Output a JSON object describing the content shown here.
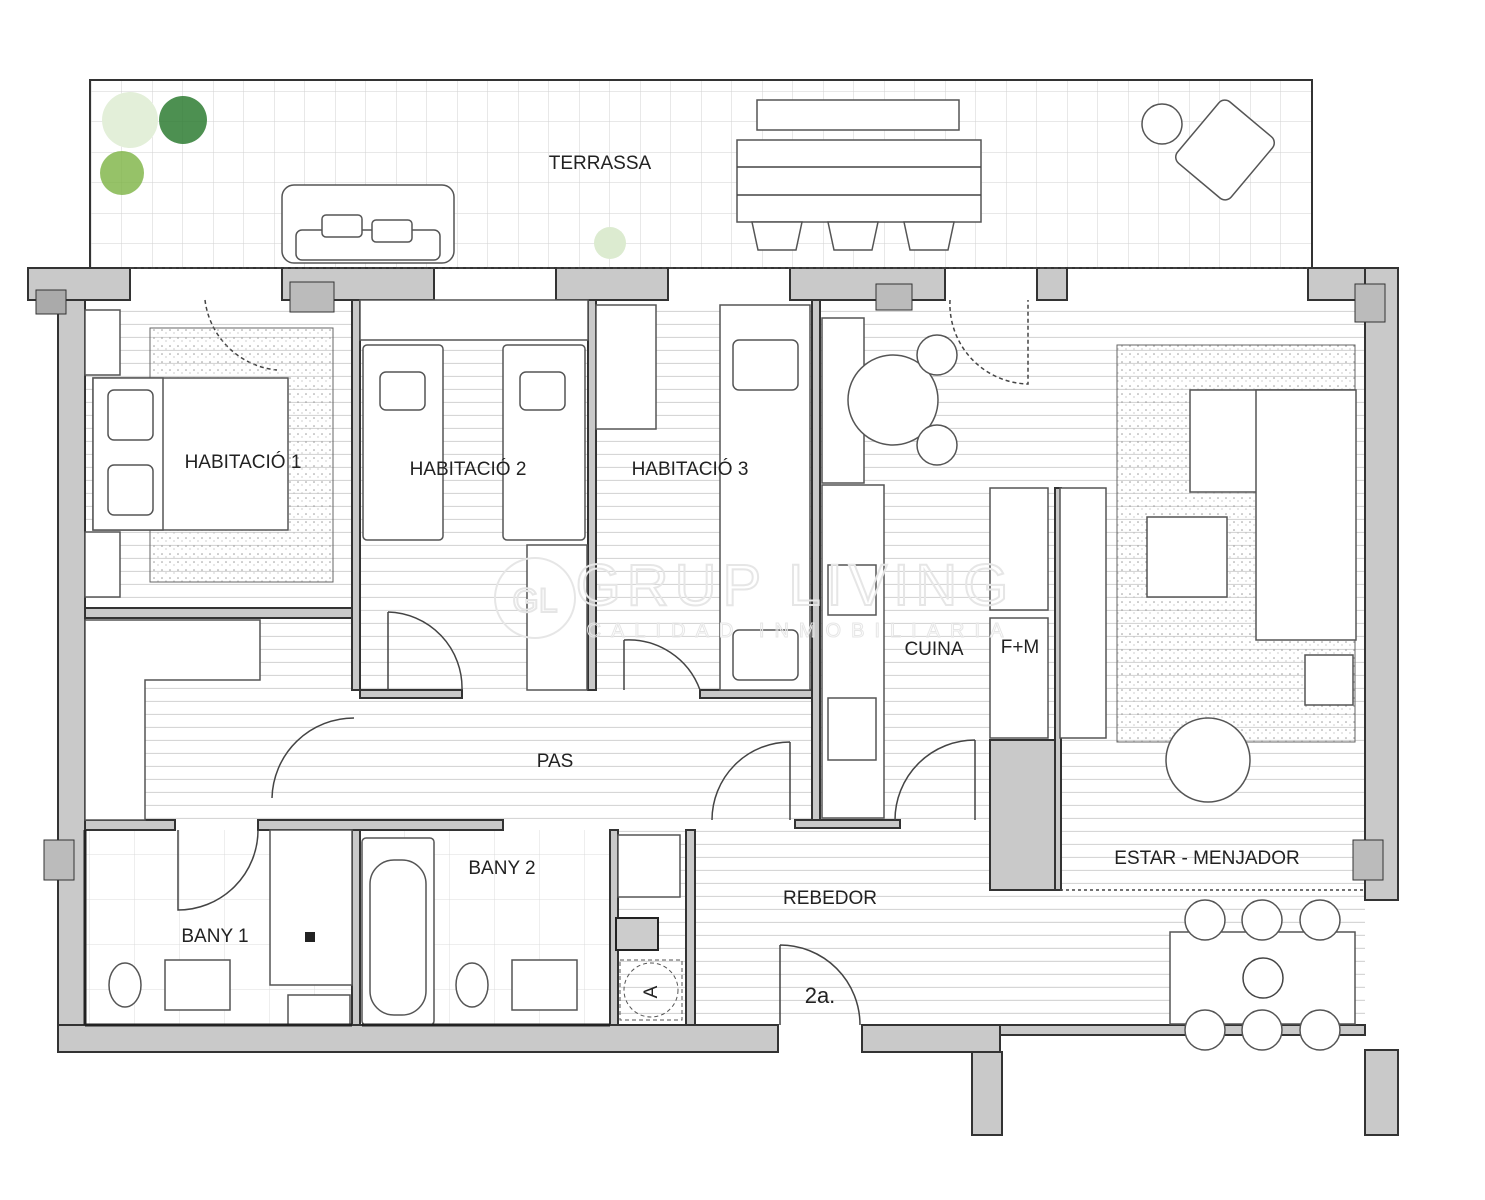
{
  "plan": {
    "rooms": {
      "terrassa": "TERRASSA",
      "habitacio1": "HABITACIÓ 1",
      "habitacio2": "HABITACIÓ 2",
      "habitacio3": "HABITACIÓ 3",
      "cuina": "CUINA",
      "fm": "F+M",
      "pas": "PAS",
      "bany1": "BANY 1",
      "bany2": "BANY 2",
      "rebedor": "REBEDOR",
      "estar_menjador": "ESTAR - MENJADOR",
      "armari": "A"
    },
    "floor_label": "2a.",
    "watermark": {
      "brand": "GRUP LIVING",
      "tagline": "CALIDAD INMOBILIARIA",
      "logo": "GL"
    },
    "colors": {
      "wall": "#c9c9c9",
      "plants": "#2e7d32",
      "floor_lines": "#d6d6d6"
    }
  }
}
